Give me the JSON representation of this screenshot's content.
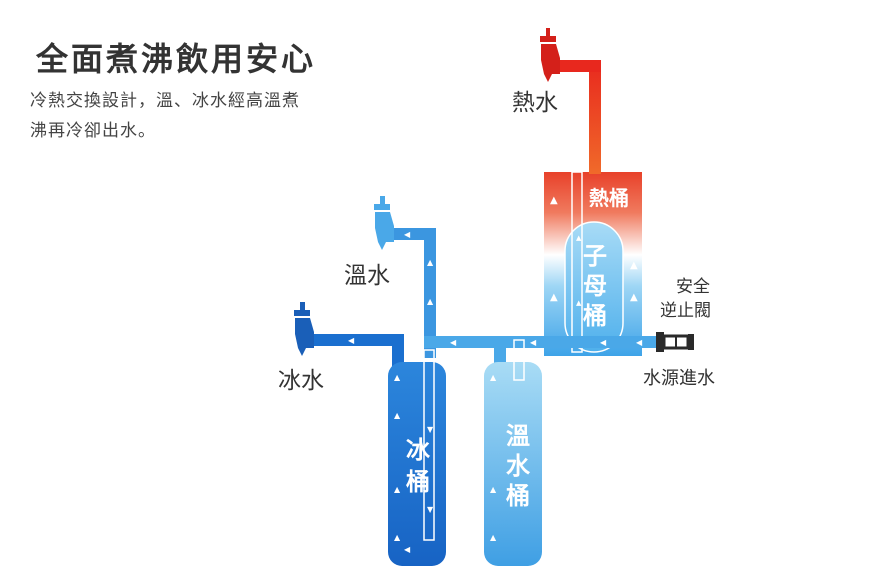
{
  "header": {
    "title": "全面煮沸飲用安心",
    "description_line1": "冷熱交換設計，溫、冰水經高溫煮",
    "description_line2": "沸再冷卻出水。"
  },
  "labels": {
    "hot_water": "熱水",
    "warm_water": "溫水",
    "ice_water": "冰水",
    "hot_tank": "熱桶",
    "mother_tank": [
      "子",
      "母",
      "桶"
    ],
    "ice_tank": [
      "冰",
      "桶"
    ],
    "warm_tank": [
      "溫",
      "水",
      "桶"
    ],
    "check_valve_line1": "安全",
    "check_valve_line2": "逆止閥",
    "water_inlet": "水源進水"
  },
  "colors": {
    "hot_red": "#e8281e",
    "hot_orange": "#f07a2a",
    "blue_dark": "#1a6fcf",
    "blue_mid": "#2f8fe0",
    "blue_light": "#5fb9ee",
    "valve_dark": "#2a2a2a"
  }
}
